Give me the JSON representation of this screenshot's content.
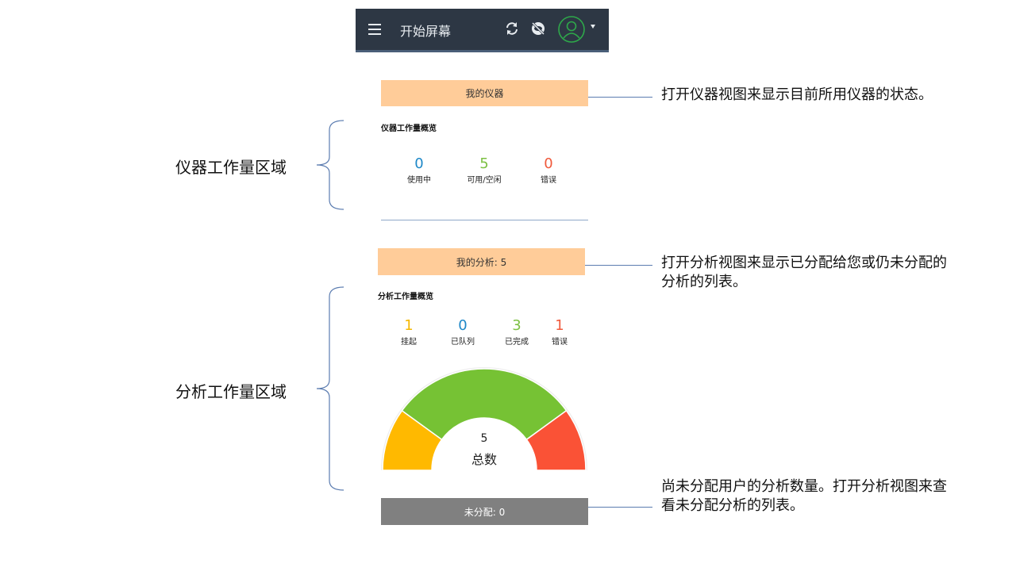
{
  "appbar": {
    "title": "开始屏幕",
    "icons": [
      "menu-icon",
      "refresh-icon",
      "visibility-off-icon",
      "user-avatar-icon",
      "caret-down-icon"
    ]
  },
  "instruments": {
    "button_label": "我的仪器",
    "overview_title": "仪器工作量概览",
    "stats": [
      {
        "value": "0",
        "label": "使用中",
        "color": "#1e88c8"
      },
      {
        "value": "5",
        "label": "可用/空闲",
        "color": "#7cc043"
      },
      {
        "value": "0",
        "label": "错误",
        "color": "#f05a3c"
      }
    ]
  },
  "analyses": {
    "button_label": "我的分析: 5",
    "overview_title": "分析工作量概览",
    "stats": [
      {
        "value": "1",
        "label": "挂起",
        "color": "#f5b800"
      },
      {
        "value": "0",
        "label": "已队列",
        "color": "#1e88c8"
      },
      {
        "value": "3",
        "label": "已完成",
        "color": "#7cc043"
      },
      {
        "value": "1",
        "label": "错误",
        "color": "#f05a3c"
      }
    ],
    "gauge": {
      "total_value": "5",
      "total_label": "总数",
      "segments": [
        {
          "name": "挂起",
          "value": 1,
          "color": "#ffb900"
        },
        {
          "name": "已完成",
          "value": 3,
          "color": "#76c234"
        },
        {
          "name": "错误",
          "value": 1,
          "color": "#fa5236"
        }
      ]
    },
    "unassigned_label": "未分配: 0"
  },
  "annotations": {
    "instrument_region": "仪器工作量区域",
    "analysis_region": "分析工作量区域",
    "note_instruments": "打开仪器视图来显示目前所用仪器的状态。",
    "note_analyses": "打开分析视图来显示已分配给您或仍未分配的分析的列表。",
    "note_unassigned": "尚未分配用户的分析数量。打开分析视图来查看未分配分析的列表。"
  }
}
